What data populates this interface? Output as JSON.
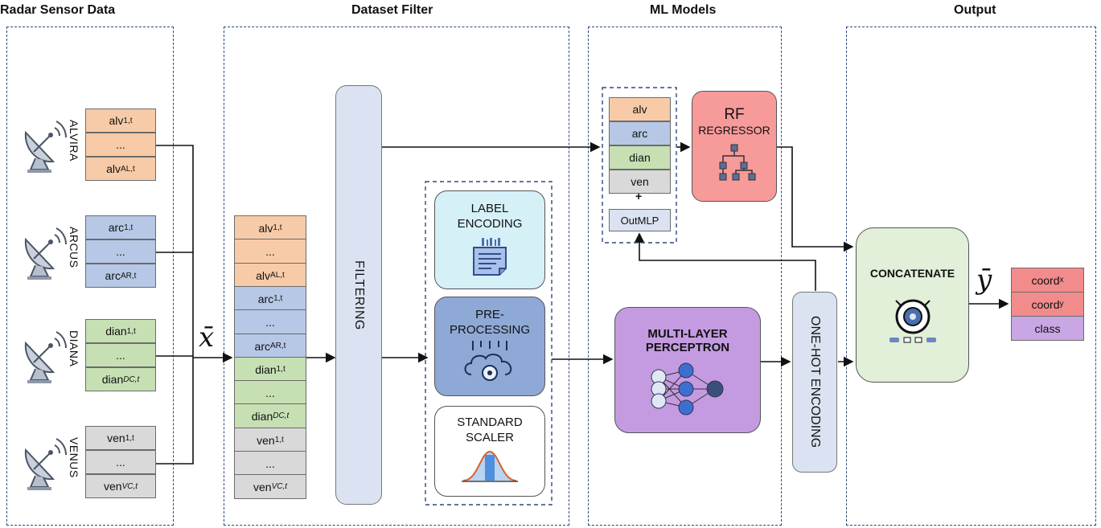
{
  "sections": {
    "radar": "Radar Sensor Data",
    "filter": "Dataset Filter",
    "models": "ML Models",
    "output": "Output"
  },
  "sensors": [
    {
      "name": "ALVIRA",
      "cells": [
        {
          "b": "alv",
          "s": "1,t"
        },
        {
          "b": "...",
          "s": ""
        },
        {
          "b": "alv",
          "s": "AL,t"
        }
      ]
    },
    {
      "name": "ARCUS",
      "cells": [
        {
          "b": "arc",
          "s": "1,t"
        },
        {
          "b": "...",
          "s": ""
        },
        {
          "b": "arc",
          "s": "AR,t"
        }
      ]
    },
    {
      "name": "DIANA",
      "cells": [
        {
          "b": "dian",
          "s": "1,t"
        },
        {
          "b": "...",
          "s": ""
        },
        {
          "b": "dian",
          "s": "DC,t"
        }
      ]
    },
    {
      "name": "VENUS",
      "cells": [
        {
          "b": "ven",
          "s": "1,t"
        },
        {
          "b": "...",
          "s": ""
        },
        {
          "b": "ven",
          "s": "VC,t"
        }
      ]
    }
  ],
  "x_symbol": "x̄",
  "stack": [
    {
      "b": "alv",
      "s": "1,t"
    },
    {
      "b": "...",
      "s": ""
    },
    {
      "b": "alv",
      "s": "AL,t"
    },
    {
      "b": "arc",
      "s": "1,t"
    },
    {
      "b": "...",
      "s": ""
    },
    {
      "b": "arc",
      "s": "AR,t"
    },
    {
      "b": "dian",
      "s": "1,t"
    },
    {
      "b": "...",
      "s": ""
    },
    {
      "b": "dian",
      "s": "DC,t"
    },
    {
      "b": "ven",
      "s": "1,t"
    },
    {
      "b": "...",
      "s": ""
    },
    {
      "b": "ven",
      "s": "VC,t"
    }
  ],
  "filtering": "FILTERING",
  "preproc": {
    "label_encoding": "LABEL ENCODING",
    "pre_processing": "PRE-PROCESSING",
    "standard_scaler": "STANDARD SCALER"
  },
  "model_inputs": [
    "alv",
    "arc",
    "dian",
    "ven"
  ],
  "plus": "+",
  "outmlp": "OutMLP",
  "rf": {
    "line1": "RF",
    "line2": "REGRESSOR"
  },
  "mlp": {
    "line1": "MULTI-LAYER",
    "line2": "PERCEPTRON"
  },
  "onehot": "ONE-HOT ENCODING",
  "concatenate": "CONCATENATE",
  "y_symbol": "ȳ",
  "outputs": [
    {
      "b": "coord",
      "s": "x"
    },
    {
      "b": "coord",
      "s": "y"
    },
    {
      "b": "class",
      "s": ""
    }
  ],
  "colors": {
    "alv": "#f7cba7",
    "arc": "#b6c8e6",
    "dian": "#c6e0b4",
    "ven": "#d9d9d9",
    "filter_bar": "#dbe3f2",
    "label_enc": "#d6f0f8",
    "pre_proc": "#8fa9d6",
    "rf": "#f79a9a",
    "mlp": "#c49be0",
    "concat": "#e2efd9",
    "class": "#c9a6e4",
    "coord": "#f28b8b",
    "dashed": "#2c4a7a"
  }
}
